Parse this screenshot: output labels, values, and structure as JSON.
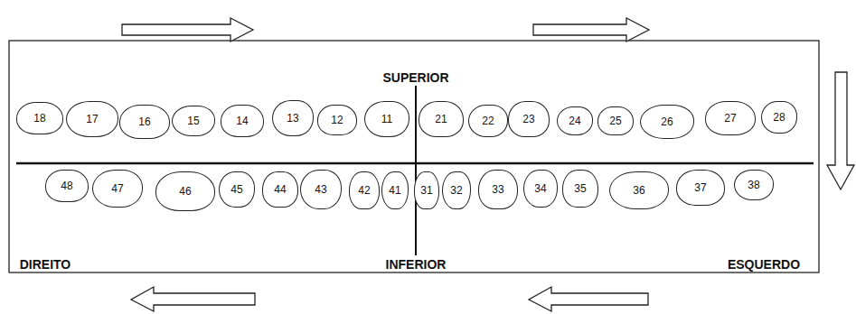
{
  "diagram": {
    "nodes": [
      {
        "text": [
          "18"
        ]
      },
      {
        "text": [
          "17"
        ]
      },
      {
        "text": [
          "16"
        ]
      },
      {
        "text": [
          "15"
        ]
      },
      {
        "text": [
          "14"
        ]
      },
      {
        "text": [
          "13"
        ]
      },
      {
        "text": [
          "12"
        ]
      },
      {
        "text": [
          "11"
        ]
      },
      {
        "text": [
          "21"
        ]
      },
      {
        "text": [
          "22"
        ]
      },
      {
        "text": [
          "23"
        ]
      },
      {
        "text": [
          "24"
        ]
      },
      {
        "text": [
          "25"
        ]
      },
      {
        "text": [
          "26"
        ]
      },
      {
        "text": [
          "27"
        ]
      },
      {
        "text": [
          "28"
        ]
      },
      {
        "text": [
          "48"
        ]
      },
      {
        "text": [
          "47"
        ]
      },
      {
        "text": [
          "46"
        ]
      },
      {
        "text": [
          "45"
        ]
      },
      {
        "text": [
          "44"
        ]
      },
      {
        "text": [
          "43"
        ]
      },
      {
        "text": [
          "42"
        ]
      },
      {
        "text": [
          "41"
        ]
      },
      {
        "text": [
          "31"
        ]
      },
      {
        "text": [
          "32"
        ]
      },
      {
        "text": [
          "33"
        ]
      },
      {
        "text": [
          "34"
        ]
      },
      {
        "text": [
          "35"
        ]
      },
      {
        "text": [
          "36"
        ]
      },
      {
        "text": [
          "37"
        ]
      },
      {
        "text": [
          "38"
        ]
      }
    ],
    "labels": [
      "SUPERIOR",
      "INFERIOR",
      "DIREITO",
      "ESQUERDO"
    ]
  }
}
